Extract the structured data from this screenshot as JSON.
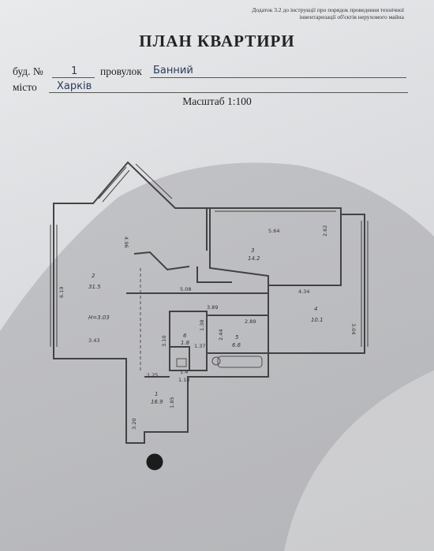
{
  "document": {
    "note": "Додаток 3.2 до інструкції про порядок проведення технічної інвентаризації об'єктів нерухомого майна",
    "title": "ПЛАН КВАРТИРИ",
    "address": {
      "building_label": "буд. №",
      "building_number": "1",
      "street_label": "провулок",
      "street_name": "Банний",
      "city_label": "місто",
      "city_name": "Харків"
    },
    "scale": "Масштаб 1:100"
  },
  "plan": {
    "rooms": [
      {
        "number": "2",
        "area": "31.5"
      },
      {
        "number": "3",
        "area": "14.2"
      },
      {
        "number": "4",
        "area": "10.1"
      },
      {
        "number": "5",
        "area": "6.6"
      },
      {
        "number": "6",
        "area": "1.8"
      },
      {
        "number": "1",
        "area": "16.9"
      }
    ],
    "labels": {
      "ceiling_height": "H=3.03",
      "d_4_96": "4.96",
      "d_5_64": "5.64",
      "d_2_62": "2.62",
      "d_6_19": "6.19",
      "d_3_43": "3.43",
      "d_5_08": "5.08",
      "d_4_34": "4.34",
      "d_3_04": "3.04",
      "d_3_89": "3.89",
      "d_2_89": "2.89",
      "d_1_38": "1.38",
      "d_1_37": "1.37",
      "d_2_44": "2.44",
      "d_3_10": "3.10",
      "d_1_25": "1.25",
      "d_1_4": "1.4",
      "d_1_10": "1.10",
      "d_3_20": "3.20",
      "d_1_85": "1.85"
    }
  }
}
